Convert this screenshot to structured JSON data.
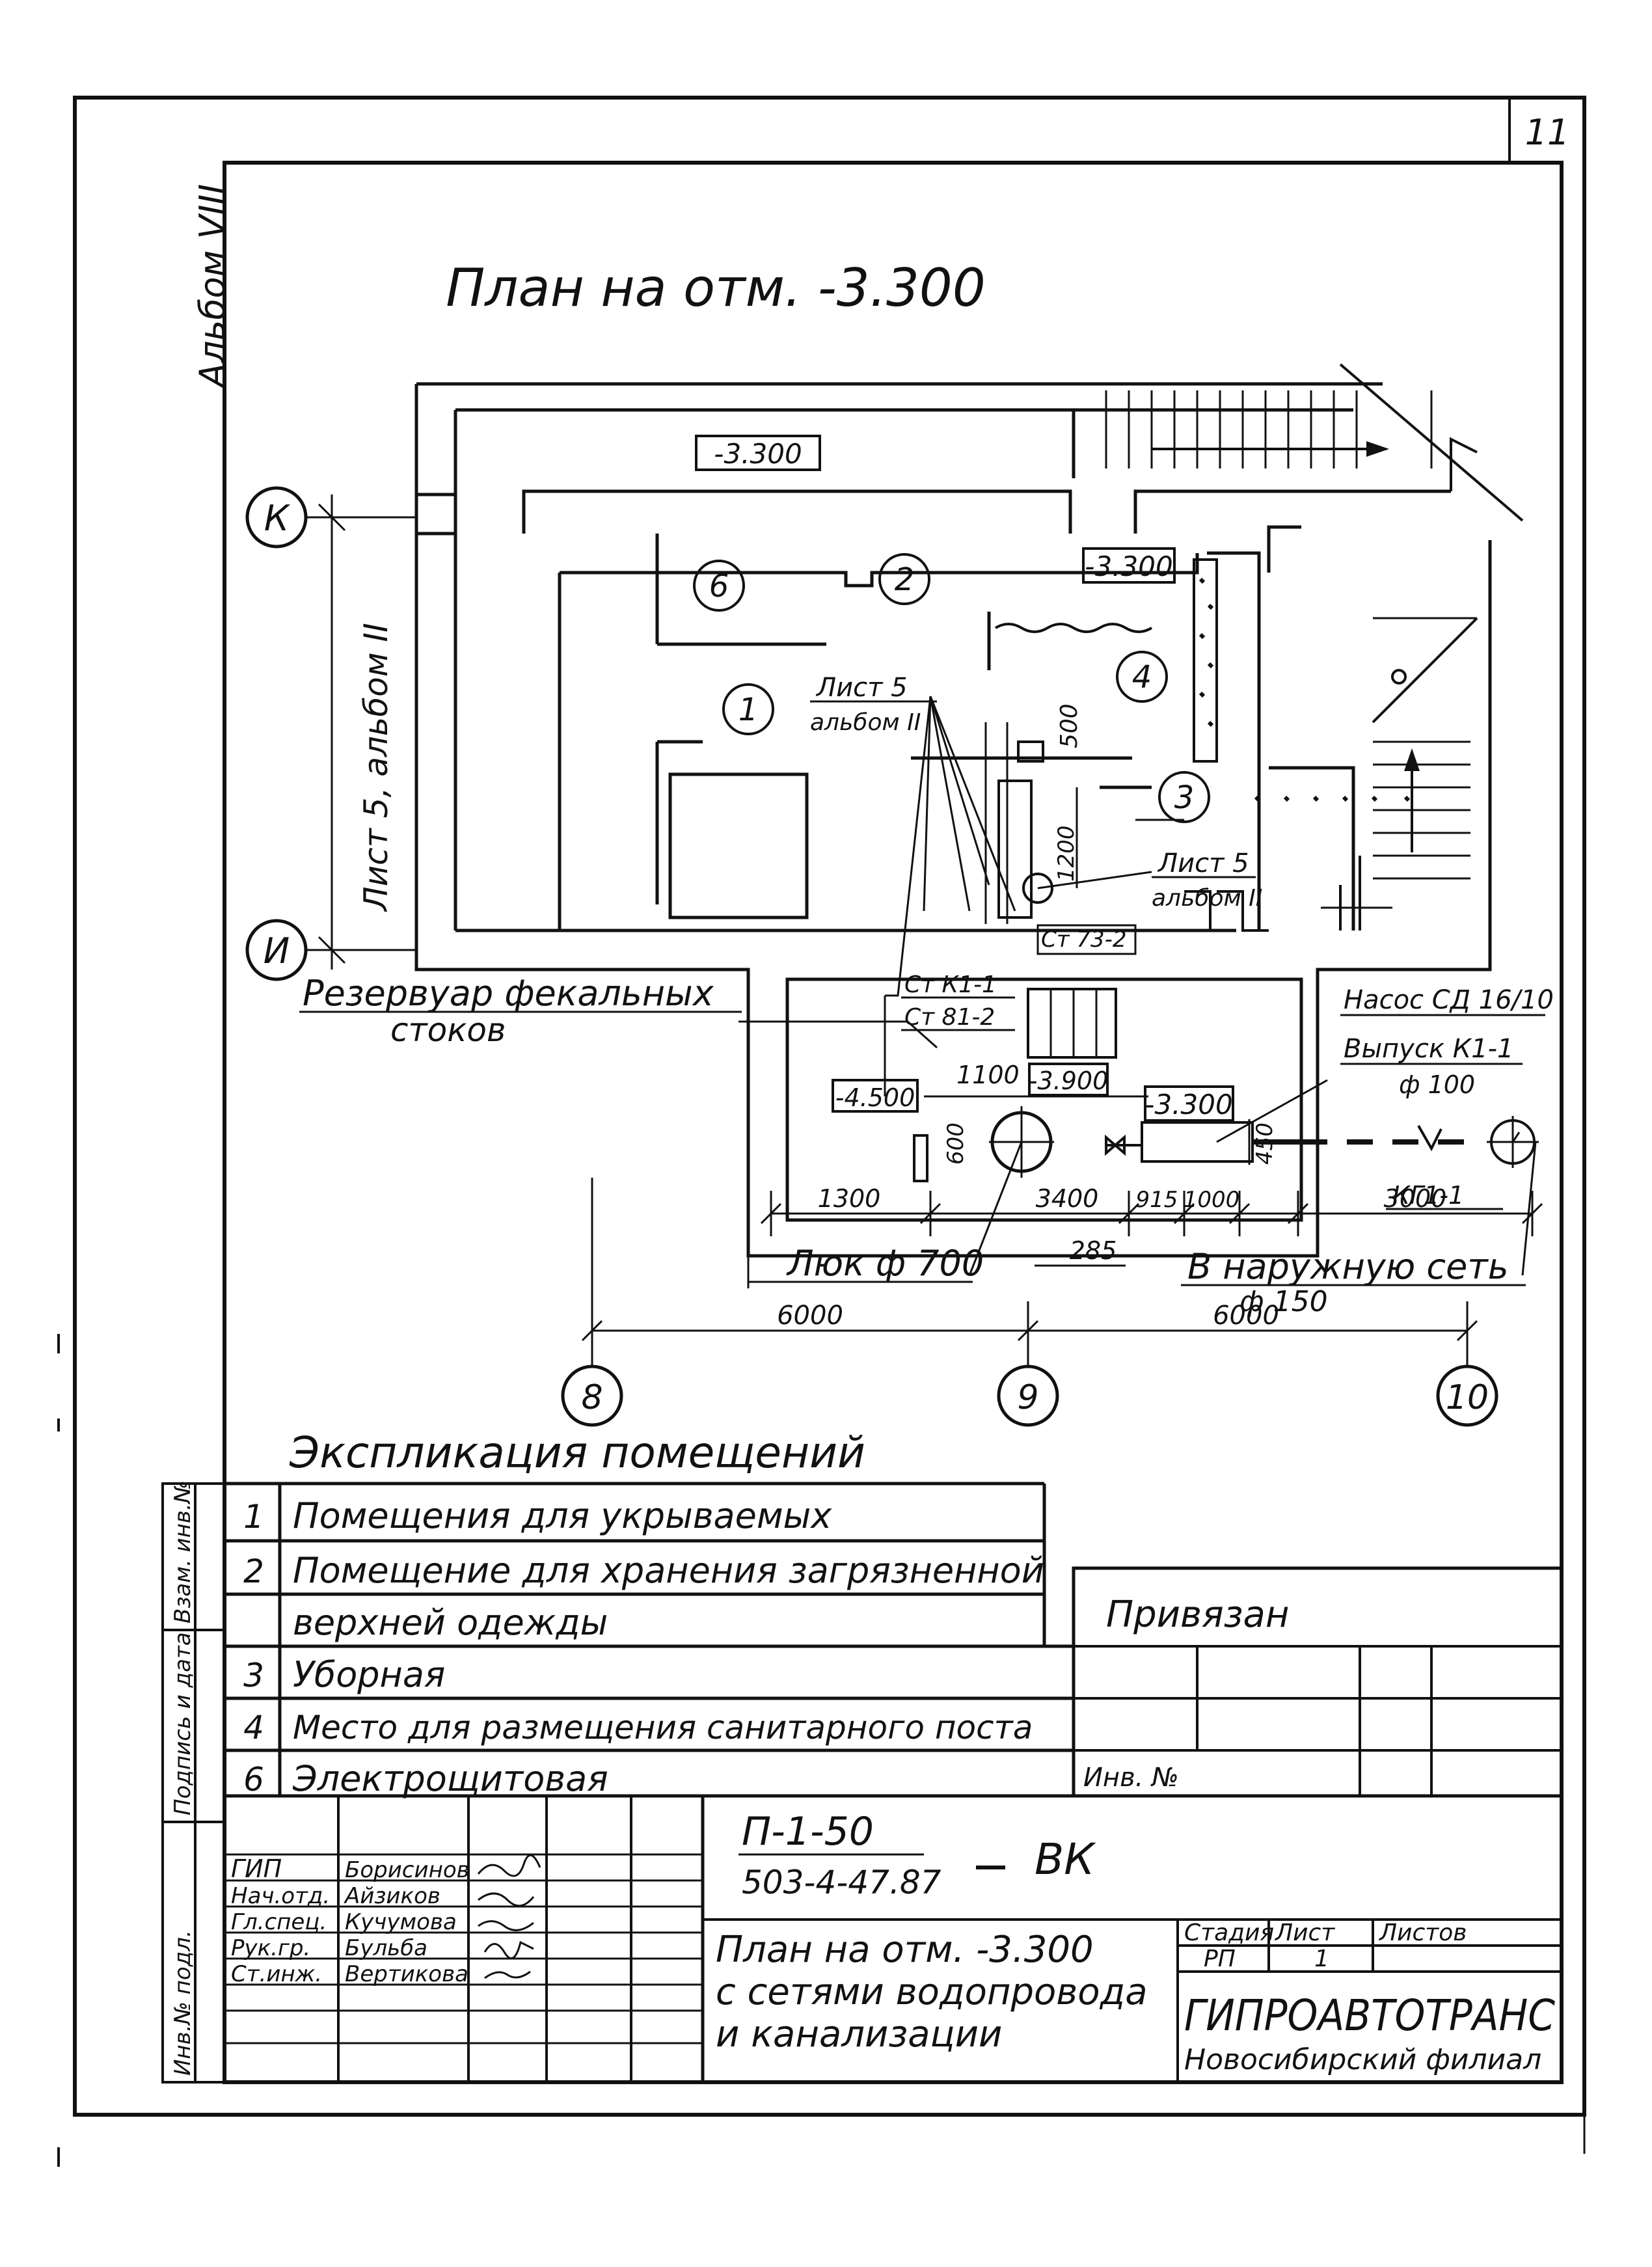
{
  "sheet_number": "11",
  "album_label": "Альбом VIII",
  "plan": {
    "title": "План на отм. -3.300",
    "elev_tags": [
      "-3.300",
      "-3.300",
      "-3.300",
      "-3.900",
      "-4.500"
    ],
    "rooms": [
      "6",
      "2",
      "1",
      "4",
      "3"
    ],
    "axes_vertical": {
      "top": "К",
      "bottom": "И",
      "side_ref": "Лист 5, альбом II"
    },
    "axes_horizontal": [
      "8",
      "9",
      "10"
    ],
    "sheet_refs": [
      {
        "line1": "Лист 5",
        "line2": "альбом II"
      },
      {
        "line1": "Лист 5",
        "line2": "альбом II"
      }
    ],
    "riser_tags": [
      "Ст К1-1",
      "Ст 81-2",
      "Ст 73-2"
    ],
    "labels": {
      "reservoir_1": "Резервуар фекальных",
      "reservoir_2": "стоков",
      "pump": "Насос СД 16/10",
      "outlet": "Выпуск К1-1",
      "outlet_dia": "ф 100",
      "well": "КГ1-1",
      "hatch": "Люк ф 700",
      "to_network": "В наружную сеть",
      "net_dia": "ф 150"
    },
    "dims": {
      "d500": "500",
      "d1200": "1200",
      "d1100": "1100",
      "d600": "600",
      "d450": "450",
      "d1300": "1300",
      "d3400": "3400",
      "d915": "915",
      "d1000": "1000",
      "d3000": "3000",
      "d285": "285",
      "d6000a": "6000",
      "d6000b": "6000"
    }
  },
  "explication": {
    "title": "Экспликация помещений",
    "rows": [
      {
        "no": "1",
        "name": "Помещения для укрываемых"
      },
      {
        "no": "2",
        "name": "Помещение для хранения загрязненной"
      },
      {
        "no": "",
        "name": "верхней одежды"
      },
      {
        "no": "3",
        "name": "Уборная"
      },
      {
        "no": "4",
        "name": "Место для размещения санитарного поста"
      },
      {
        "no": "6",
        "name": "Электрощитовая"
      }
    ]
  },
  "side_stamp": [
    "Инв.№ подл.",
    "Подпись и дата",
    "Взам. инв.№"
  ],
  "binding": {
    "title": "Привязан",
    "inv": "Инв. №"
  },
  "title_block": {
    "code1": "П-1-50",
    "code2": "503-4-47.87",
    "mark": "ВК",
    "people": [
      {
        "role": "ГИП",
        "name": "Борисинов"
      },
      {
        "role": "Нач.отд.",
        "name": "Айзиков"
      },
      {
        "role": "Гл.спец.",
        "name": "Кучумова"
      },
      {
        "role": "Рук.гр.",
        "name": "Бульба"
      },
      {
        "role": "Ст.инж.",
        "name": "Вертикова"
      }
    ],
    "desc1": "План на отм. -3.300",
    "desc2": "с сетями водопровода",
    "desc3": "и канализации",
    "stage_h": "Стадия",
    "sheet_h": "Лист",
    "sheets_h": "Листов",
    "stage": "РП",
    "sheet": "1",
    "org": "ГИПРОАВТОТРАНС",
    "branch": "Новосибирский филиал"
  }
}
